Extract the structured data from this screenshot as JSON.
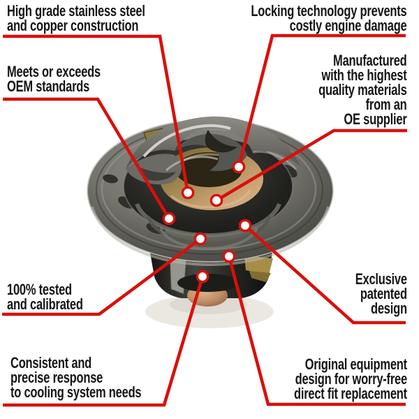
{
  "colors": {
    "accent-color": "#d8100c",
    "text-color": "#161616",
    "bg-color": "#ffffff"
  },
  "callouts": [
    {
      "id": "construction",
      "align": "left",
      "lines": [
        "High grade stainless steel",
        "and copper construction"
      ]
    },
    {
      "id": "locking",
      "align": "right",
      "lines": [
        "Locking technology prevents",
        "costly engine damage"
      ]
    },
    {
      "id": "oem-standards",
      "align": "left",
      "lines": [
        "Meets or exceeds",
        "OEM standards"
      ]
    },
    {
      "id": "oe-supplier",
      "align": "right",
      "lines": [
        "Manufactured",
        "with the highest",
        "quality materials",
        "from an",
        "OE supplier"
      ]
    },
    {
      "id": "tested-calibrated",
      "align": "left",
      "lines": [
        "100% tested",
        "and calibrated"
      ]
    },
    {
      "id": "patented-design",
      "align": "right",
      "lines": [
        "Exclusive",
        "patented",
        "design"
      ]
    },
    {
      "id": "cooling-response",
      "align": "left",
      "lines": [
        "Consistent and",
        "precise response",
        "to cooling system needs"
      ]
    },
    {
      "id": "direct-fit",
      "align": "right",
      "lines": [
        "Original equipment",
        "design for worry-free",
        "direct fit replacement"
      ]
    }
  ]
}
